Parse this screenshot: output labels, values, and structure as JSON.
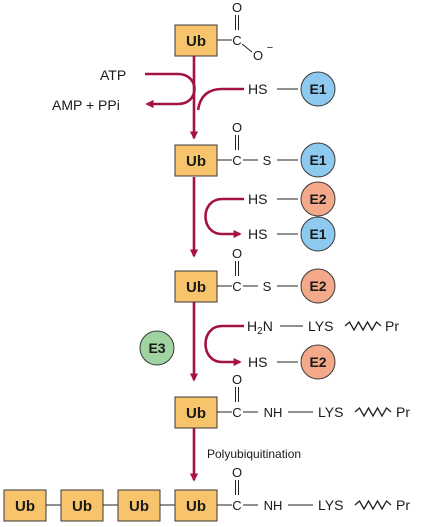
{
  "labels": {
    "atp": "ATP",
    "amp_ppi": "AMP + PPi",
    "polyubiquitination": "Polyubiquitination"
  },
  "chem": {
    "ub": "Ub",
    "o": "O",
    "c": "C",
    "o_minus": "O",
    "minus": "−",
    "s": "S",
    "hs": "HS",
    "nh": "NH",
    "h2n_h": "H",
    "h2n_2": "2",
    "h2n_n": "N",
    "lys": "LYS",
    "pr": "Pr"
  },
  "enzymes": {
    "e1": "E1",
    "e2": "E2",
    "e3": "E3"
  },
  "colors": {
    "ub_fill": "#f7c36b",
    "ub_stroke": "#3a3a3a",
    "e1_fill": "#8ec9ef",
    "e2_fill": "#f3a98a",
    "e3_fill": "#9fd3a0",
    "arrow": "#a4123f",
    "text": "#1a1a1a"
  }
}
